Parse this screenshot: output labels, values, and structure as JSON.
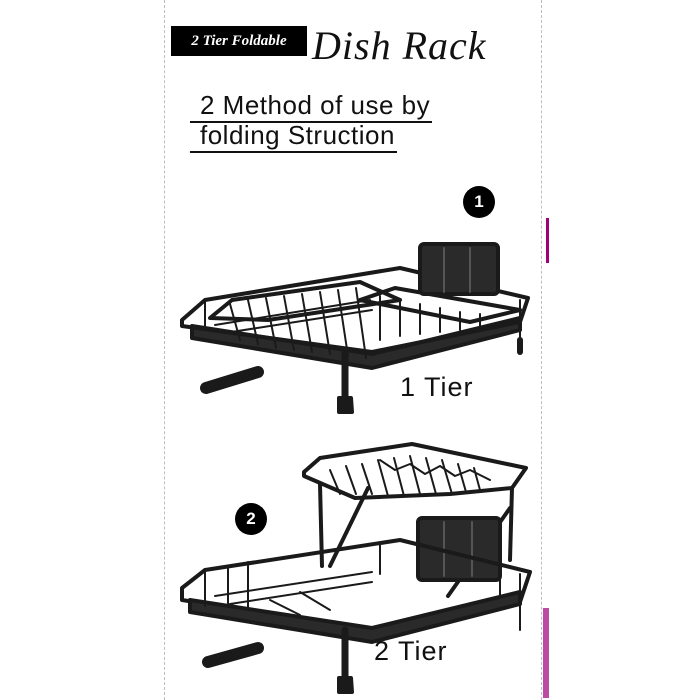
{
  "header": {
    "tag_label": "2 Tier Foldable",
    "title": "Dish Rack",
    "subtitle_line1": "2 Method of use by",
    "subtitle_line2": "folding Struction"
  },
  "steps": [
    {
      "number": "1",
      "caption": "1 Tier"
    },
    {
      "number": "2",
      "caption": "2 Tier"
    }
  ],
  "colors": {
    "rack": "#1a1a1a",
    "accent_mark": "#a0007a",
    "guide_line": "#c8b8c0"
  }
}
